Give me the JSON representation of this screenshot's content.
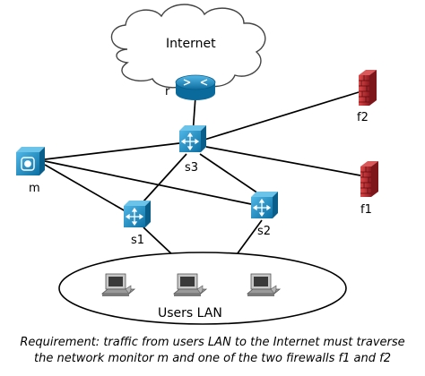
{
  "diagram": {
    "cloud_label": "Internet",
    "lan_label": "Users LAN",
    "nodes": {
      "r": "r",
      "s3": "s3",
      "s1": "s1",
      "s2": "s2",
      "m": "m",
      "f1": "f1",
      "f2": "f2"
    },
    "colors": {
      "device_blue": "#1e8fc8",
      "device_dark": "#0a5e8a",
      "firewall_red": "#c0272d",
      "cloud_stroke": "#444444",
      "link": "#000000"
    }
  },
  "caption": {
    "line1": "Requirement: traffic from users LAN to the Internet must traverse",
    "line2": "the network monitor m and one of the two firewalls f1 and f2"
  }
}
